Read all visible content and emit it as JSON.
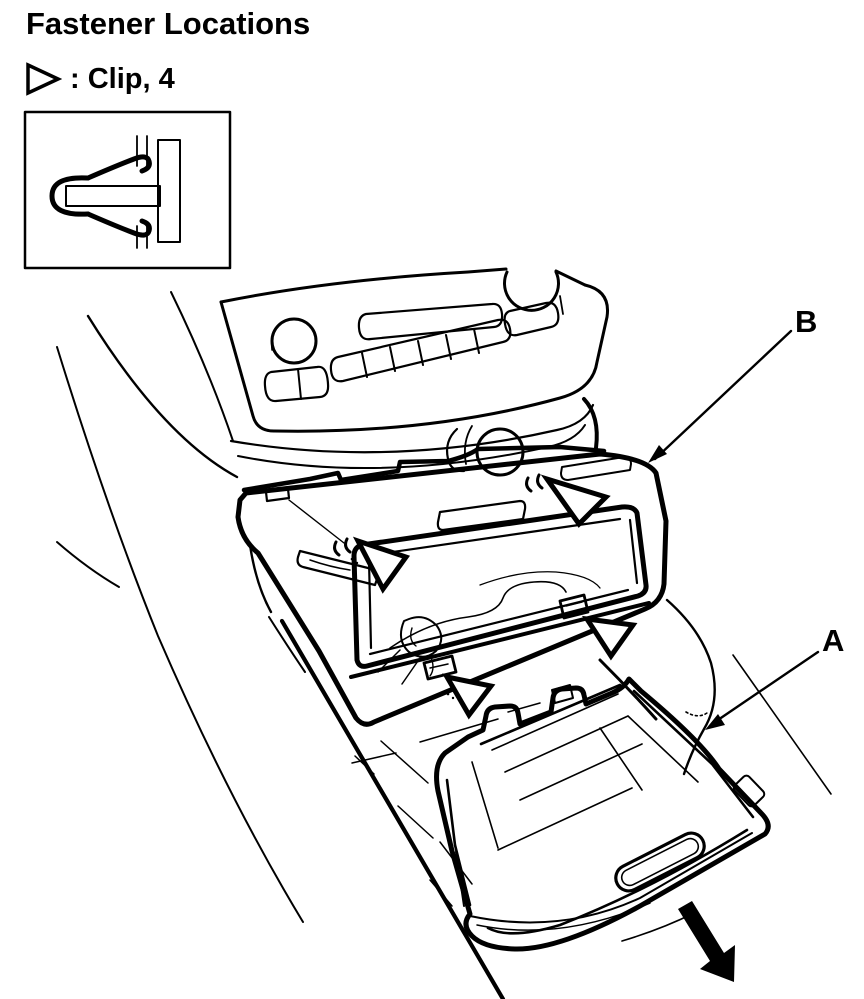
{
  "page": {
    "title": "Fastener Locations",
    "background": "#ffffff",
    "ink": "#000000"
  },
  "legend": {
    "symbol": "clip-triangle-icon",
    "text": ": Clip, 4",
    "fastener": "Clip",
    "count": "4"
  },
  "callouts": {
    "a_label": "A",
    "b_label": "B"
  },
  "diagram": {
    "clip_marker_count": 4
  }
}
